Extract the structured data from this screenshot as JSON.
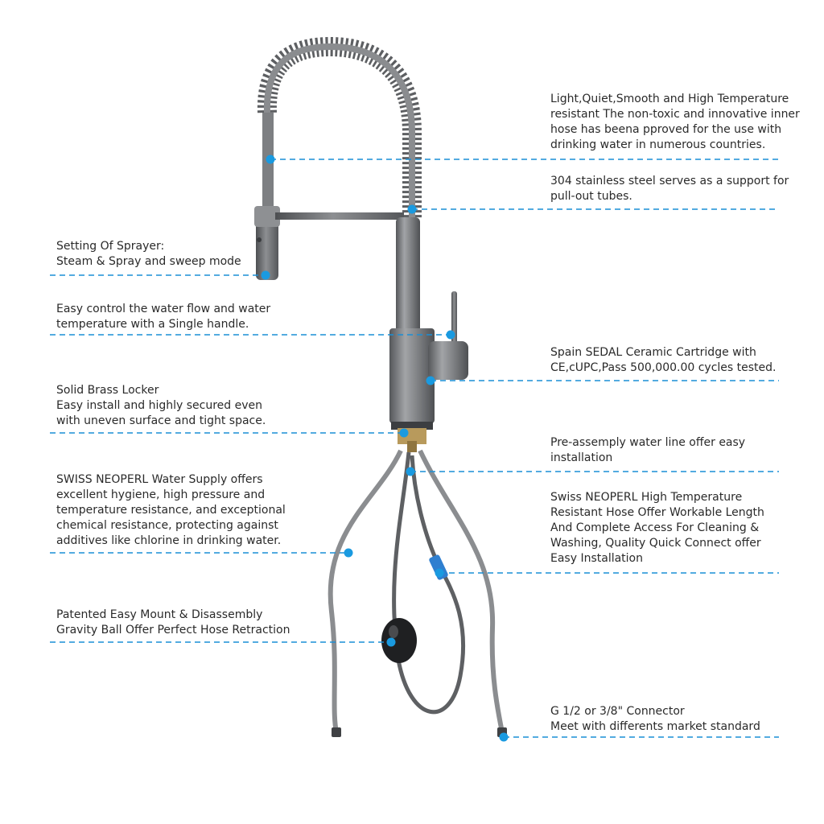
{
  "annotations": {
    "right": [
      {
        "id": "inner-hose",
        "lines": [
          "Light,Quiet,Smooth and High Temperature",
          "resistant The non-toxic and innovative inner",
          "hose has beena pproved for the use with",
          "drinking water in numerous countries."
        ]
      },
      {
        "id": "steel-support",
        "lines": [
          "304 stainless steel serves as a support for",
          "pull-out tubes."
        ]
      },
      {
        "id": "cartridge",
        "lines": [
          "Spain SEDAL Ceramic Cartridge with",
          "CE,cUPC,Pass 500,000.00 cycles tested."
        ]
      },
      {
        "id": "water-line",
        "lines": [
          "Pre-assemply water line offer easy",
          "installation"
        ]
      },
      {
        "id": "neoperl-hose",
        "lines": [
          "Swiss NEOPERL High Temperature",
          "Resistant Hose Offer Workable Length",
          "And Complete Access For Cleaning &",
          "Washing, Quality Quick Connect offer",
          "Easy Installation"
        ]
      },
      {
        "id": "connector",
        "lines": [
          "G 1/2 or 3/8\" Connector",
          "Meet with differents market standard"
        ]
      }
    ],
    "left": [
      {
        "id": "sprayer",
        "lines": [
          "Setting Of Sprayer:",
          "Steam & Spray and sweep mode"
        ]
      },
      {
        "id": "handle",
        "lines": [
          "Easy control the water flow and water",
          "temperature with a Single handle."
        ]
      },
      {
        "id": "brass-locker",
        "lines": [
          "Solid Brass Locker",
          "Easy install and highly secured even",
          "with uneven surface and tight space."
        ]
      },
      {
        "id": "water-supply",
        "lines": [
          "SWISS NEOPERL Water Supply offers",
          "excellent hygiene, high pressure and",
          "temperature resistance, and exceptional",
          "chemical resistance, protecting against",
          "additives like chlorine in drinking water."
        ]
      },
      {
        "id": "gravity-ball",
        "lines": [
          "Patented Easy Mount & Disassembly",
          "Gravity Ball Offer Perfect Hose Retraction"
        ]
      }
    ]
  },
  "colors": {
    "leader": "#1a8fd6",
    "dot": "#1a9ae0",
    "metal": "#6e7073",
    "metal_dark": "#4a4c4f",
    "metal_light": "#9a9c9f",
    "text": "#2a2a2a"
  }
}
